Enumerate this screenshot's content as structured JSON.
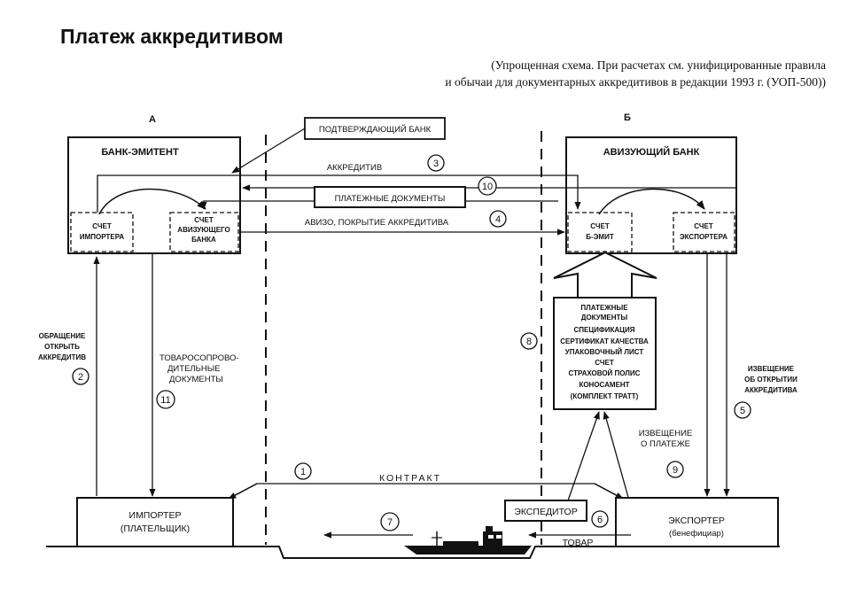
{
  "title": "Платеж аккредитивом",
  "subtitle": {
    "line1": "(Упрощенная схема. При расчетах см. унифицированные правила",
    "line2": "и обычаи для документарных аккредитивов в редакции 1993 г. (УОП-500))"
  },
  "sides": {
    "a": "А",
    "b": "Б"
  },
  "boxes": {
    "issuing_bank": "БАНК-ЭМИТЕНТ",
    "advising_bank": "АВИЗУЮЩИЙ БАНК",
    "confirming_bank": "ПОДТВЕРЖДАЮЩИЙ БАНК",
    "payment_docs": "ПЛАТЕЖНЫЕ ДОКУМЕНТЫ",
    "importer_line1": "ИМПОРТЕР",
    "importer_line2": "(ПЛАТЕЛЬЩИК)",
    "exporter_line1": "ЭКСПОРТЕР",
    "exporter_line2": "(бенефициар)",
    "forwarder": "ЭКСПЕДИТОР"
  },
  "accounts": {
    "importer": [
      "СЧЕТ",
      "ИМПОРТЕРА"
    ],
    "advising": [
      "СЧЕТ",
      "АВИЗУЮЩЕГО",
      "БАНКА"
    ],
    "issuer": [
      "СЧЕТ",
      "Б-ЭМИТ"
    ],
    "exporter": [
      "СЧЕТ",
      "ЭКСПОРТЕРА"
    ]
  },
  "flows": {
    "accreditive": "АККРЕДИТИВ",
    "aviso": "АВИЗО, ПОКРЫТИЕ АККРЕДИТИВА",
    "contract": "КОНТРАКТ",
    "goods": "ТОВАР",
    "request": [
      "ОБРАЩЕНИЕ",
      "ОТКРЫТЬ",
      "АККРЕДИТИВ"
    ],
    "shipping_docs": [
      "ТОВАРОСОПРОВО-",
      "ДИТЕЛЬНЫЕ",
      "ДОКУМЕНТЫ"
    ],
    "notice_open": [
      "ИЗВЕЩЕНИЕ",
      "ОБ ОТКРЫТИИ",
      "АККРЕДИТИВА"
    ],
    "notice_payment": [
      "ИЗВЕЩЕНИЕ",
      "О ПЛАТЕЖЕ"
    ]
  },
  "doc_list": [
    "ПЛАТЕЖНЫЕ",
    "ДОКУМЕНТЫ",
    "СПЕЦИФИКАЦИЯ",
    "СЕРТИФИКАТ КАЧЕСТВА",
    "УПАКОВОЧНЫЙ ЛИСТ",
    "СЧЕТ",
    "СТРАХОВОЙ ПОЛИС",
    "КОНОСАМЕНТ",
    "(КОМПЛЕКТ ТРАТТ)"
  ],
  "steps": [
    "1",
    "2",
    "3",
    "4",
    "5",
    "6",
    "7",
    "8",
    "9",
    "10",
    "11"
  ],
  "colors": {
    "ink": "#111111",
    "paper": "#ffffff"
  }
}
